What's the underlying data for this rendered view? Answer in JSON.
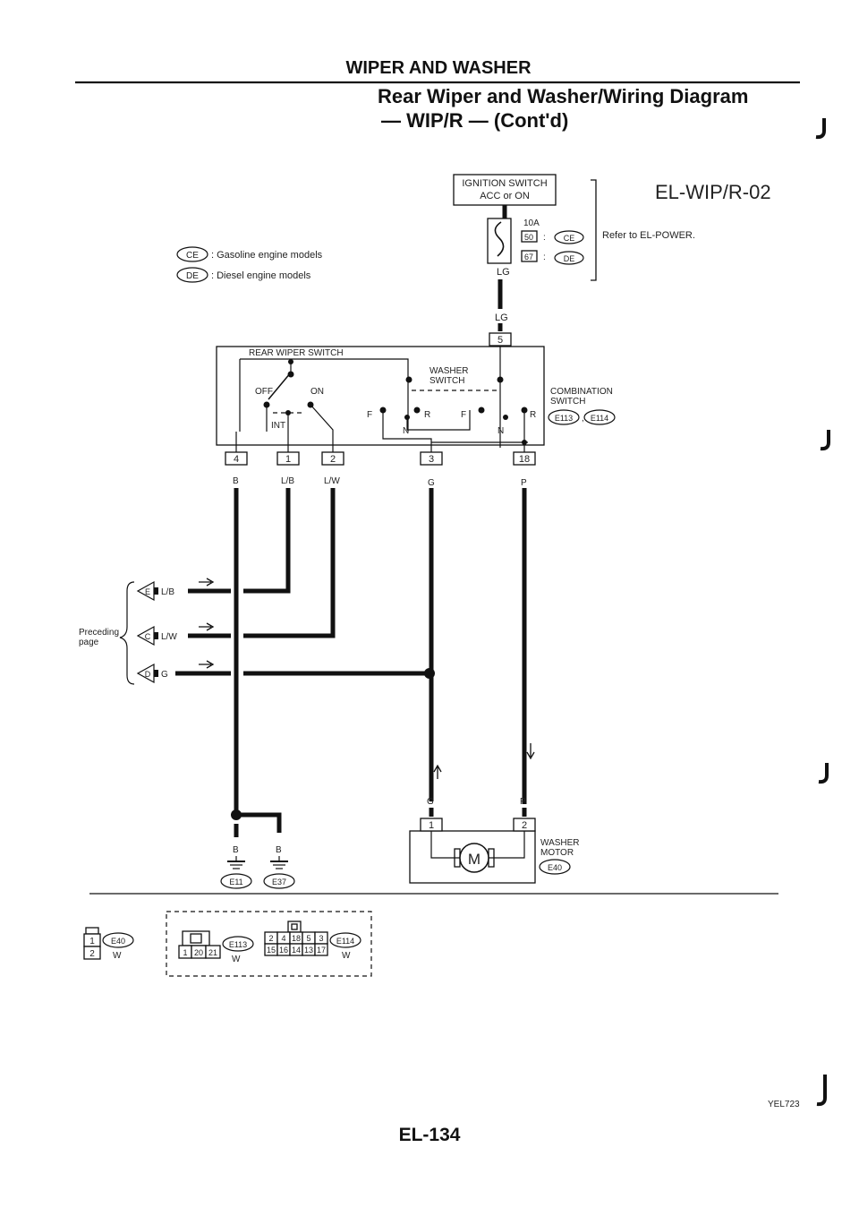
{
  "header": {
    "section": "WIPER AND WASHER",
    "title": "Rear Wiper and Washer/Wiring Diagram",
    "subtitle": "— WIP/R — (Cont'd)"
  },
  "diagram_code": "EL-WIP/R-02",
  "legend": {
    "ce_tag": "CE",
    "ce_text": ": Gasoline engine models",
    "de_tag": "DE",
    "de_text": ": Diesel engine models"
  },
  "ignition": {
    "line1": "IGNITION SWITCH",
    "line2": "ACC or ON",
    "fuse_rating": "10A",
    "fuse_a": "50",
    "fuse_b": "67",
    "sep": ":",
    "tag_a": "CE",
    "tag_b": "DE",
    "refer": "Refer to EL-POWER.",
    "wire_color": "LG"
  },
  "rear_wiper_switch": {
    "title": "REAR WIPER SWITCH",
    "off": "OFF",
    "on": "ON",
    "int": "INT",
    "washer_line1": "WASHER",
    "washer_line2": "SWITCH",
    "f1": "F",
    "r1": "R",
    "n1": "N",
    "f2": "F",
    "r2": "R",
    "n2": "N"
  },
  "combination_switch": {
    "line1": "COMBINATION",
    "line2": "SWITCH",
    "conn_a": "E113",
    "sep": ",",
    "conn_b": "E114"
  },
  "pins": {
    "p5": "5",
    "p4": "4",
    "p1": "1",
    "p2": "2",
    "p3": "3",
    "p18": "18"
  },
  "wire_colors": {
    "b": "B",
    "lb": "L/B",
    "lw": "L/W",
    "g": "G",
    "p": "P"
  },
  "preceding": {
    "line1": "Preceding",
    "line2": "page",
    "e_tag": "E",
    "e_color": "L/B",
    "c_tag": "C",
    "c_color": "L/W",
    "d_tag": "D",
    "d_color": "G"
  },
  "grounds": {
    "b1": "B",
    "b2": "B",
    "g1": "E11",
    "g2": "E37"
  },
  "washer_motor": {
    "g": "G",
    "p": "P",
    "pin1": "1",
    "pin2": "2",
    "m": "M",
    "line1": "WASHER",
    "line2": "MOTOR",
    "conn": "E40"
  },
  "connectors": {
    "e40": {
      "tag": "E40",
      "c": "W",
      "pins": [
        "1",
        "2"
      ]
    },
    "e113": {
      "tag": "E113",
      "c": "W",
      "pins": [
        "1",
        "20",
        "21"
      ]
    },
    "e114": {
      "tag": "E114",
      "c": "W",
      "row1": [
        "2",
        "4",
        "18",
        "5",
        "3"
      ],
      "row2": [
        "15",
        "16",
        "14",
        "13",
        "17"
      ]
    }
  },
  "footer": {
    "code": "YEL723",
    "page": "EL-134"
  }
}
